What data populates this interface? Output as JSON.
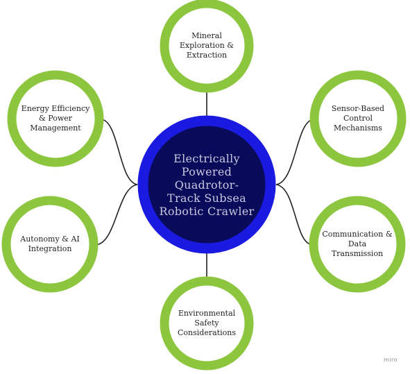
{
  "center": {
    "label": "Electrically\nPowered\nQuadrotor-\nTrack Subsea\nRobotic Crawler"
  },
  "nodes": [
    {
      "id": "mineral",
      "label": "Mineral\nExploration &\nExtraction"
    },
    {
      "id": "energy",
      "label": "Energy Efficiency\n& Power\nManagement"
    },
    {
      "id": "sensor",
      "label": "Sensor-Based\nControl\nMechanisms"
    },
    {
      "id": "autonomy",
      "label": "Autonomy & AI\nIntegration"
    },
    {
      "id": "communication",
      "label": "Communication &\nData\nTransmission"
    },
    {
      "id": "environmental",
      "label": "Environmental\nSafety\nConsiderations"
    }
  ],
  "watermark": "miro",
  "colors": {
    "node_ring": "#8cc63f",
    "center_fill": "#0a0a5a",
    "center_ring": "#1a1ae0",
    "center_text": "#c8c8e0",
    "connector": "#222222"
  }
}
